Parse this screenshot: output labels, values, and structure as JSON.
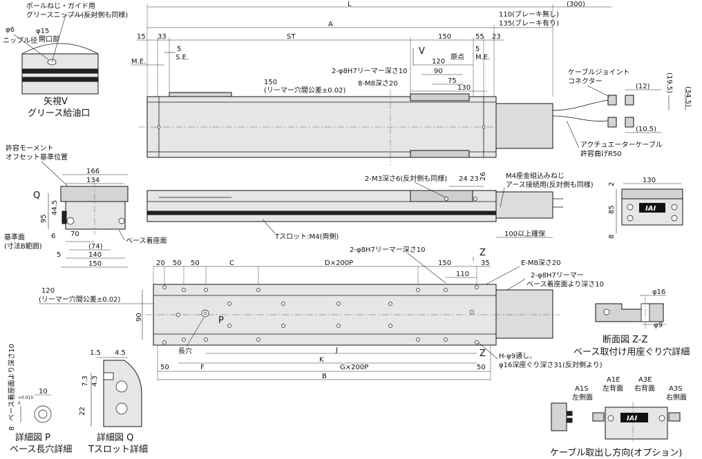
{
  "labels": {
    "grease_note_1": "ボールねじ・ガイド用",
    "grease_note_2": "グリースニップル(反対側も同様)",
    "phi6": "φ6",
    "phi15": "φ15",
    "opening": "開口部",
    "nipple_dia": "ニップル径",
    "view_v_title": "矢視V",
    "view_v_sub": "グリース給油口",
    "L": "L",
    "d300": "(300)",
    "A": "A",
    "brake_none": "110(ブレーキ無し)",
    "brake_with": "135(ブレーキ有り)",
    "d15": "15",
    "d33": "33",
    "ST": "ST",
    "d150a": "150",
    "d55": "55",
    "d23": "23",
    "ME1": "M.E.",
    "d5a": "5",
    "SE": "S.E.",
    "V": "V",
    "origin": "原点",
    "d5b": "5",
    "ME2": "M.E.",
    "d120a": "120",
    "d90a": "90",
    "reamer10a": "2-φ8H7リーマー深さ10",
    "d75": "75",
    "d150b": "150",
    "reamer_tol_a": "(リーマー穴間公差±0.02)",
    "m8_depth": "8-M8深さ20",
    "d130a": "130",
    "cable_joint_1": "ケーブルジョイント",
    "cable_joint_2": "コネクター",
    "d12": "(12)",
    "d19_5": "(19.5)",
    "d34_5": "(34.5)",
    "d10_5": "(10.5)",
    "act_cable_1": "アクチュエーターケーブル",
    "act_cable_2": "許容曲げR50",
    "moment_1": "許容モーメント",
    "moment_2": "オフセット基準位置",
    "d166": "166",
    "d134": "134",
    "Q": "Q",
    "d44_5": "44.5",
    "d95": "95",
    "d6": "6",
    "ref_1": "基準面",
    "ref_2": "(寸法B範囲)",
    "d70": "70",
    "d74": "(74)",
    "base_face": "ベース着座面",
    "d5c": "5",
    "d140": "140",
    "d150c": "150",
    "m3_depth": "2-M3深さ6(反対側も同様)",
    "d24": "24",
    "d23b": "23",
    "d26": "26",
    "m4_1": "M4座金組込みねじ",
    "m4_2": "アース接続用(反対側も同様)",
    "tslot": "Tスロット:M4(両側)",
    "secure": "100以上確保",
    "d130b": "130",
    "d2": "2",
    "d85": "85",
    "d8": "8",
    "iai": "IAI",
    "d20": "20",
    "d50a": "50",
    "d50b": "50",
    "C": "C",
    "Dx200P": "D×200P",
    "reamer10b": "2-φ8H7リーマー深さ10",
    "d150d": "150",
    "Z1": "Z",
    "d35": "35",
    "Em8": "E-M8深さ20",
    "d110": "110",
    "reamer_base_1": "2-φ8H7リーマー",
    "reamer_base_2": "ベース着座面より深さ10",
    "d120b": "120",
    "reamer_tol_b": "(リーマー穴間公差±0.02)",
    "d90b": "90",
    "P": "P",
    "long_hole": "長穴",
    "J": "J",
    "K": "K",
    "Z2": "Z",
    "H_1": "H-φ9通し、",
    "H_2": "φ16深座ぐり深さ31(反対側より)",
    "d50c": "50",
    "F": "F",
    "Gx200P": "G×200P",
    "d50d": "50",
    "B": "B",
    "phi16": "φ16",
    "phi9": "φ9",
    "zz_title": "断面図 Z-Z",
    "zz_sub": "ベース取付け用座ぐり穴詳細",
    "depth10_note": "ベース着座面より深さ10",
    "d8tol": "8",
    "tol_plus": "+0.015",
    "tol_zero": "0",
    "d10p": "10",
    "p_title": "詳細図 P",
    "p_sub": "ベース長穴詳細",
    "d1_5": "1.5",
    "d4_5": "4.5",
    "d7_3": "7.3",
    "d4_3": "4.3",
    "d22": "22",
    "q_title": "詳細図 Q",
    "q_sub": "Tスロット詳細",
    "A1S": "A1S",
    "A1S_pos": "左側面",
    "A1E": "A1E",
    "A1E_pos": "左背面",
    "A3E": "A3E",
    "A3E_pos": "右背面",
    "A3S": "A3S",
    "A3S_pos": "右側面",
    "cable_dir": "ケーブル取出し方向(オプション)",
    "d50tiny": "50",
    "d150tiny": "150",
    "d140tiny": "140"
  },
  "colors": {
    "body": "#e6e6e6",
    "slider": "#cfcfcf",
    "dark_band": "#222222"
  }
}
